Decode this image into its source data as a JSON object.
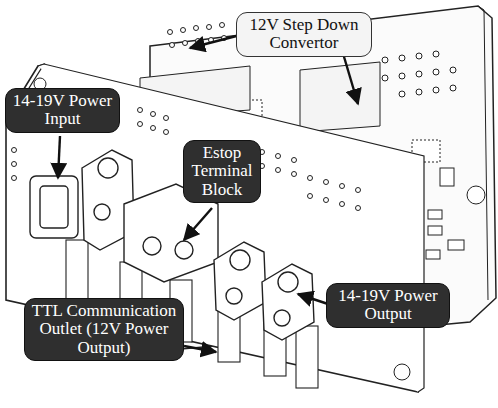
{
  "diagram": {
    "nodes": [
      {
        "text": [
          "12V Step Down Convertor"
        ]
      },
      {
        "text": [
          "14-19V Power Input"
        ]
      },
      {
        "text": [
          "Estop Terminal Block"
        ]
      },
      {
        "text": [
          "14-19V Power Output"
        ]
      },
      {
        "text": [
          "TTL Communication Outlet (12V Power Output)"
        ]
      }
    ]
  }
}
